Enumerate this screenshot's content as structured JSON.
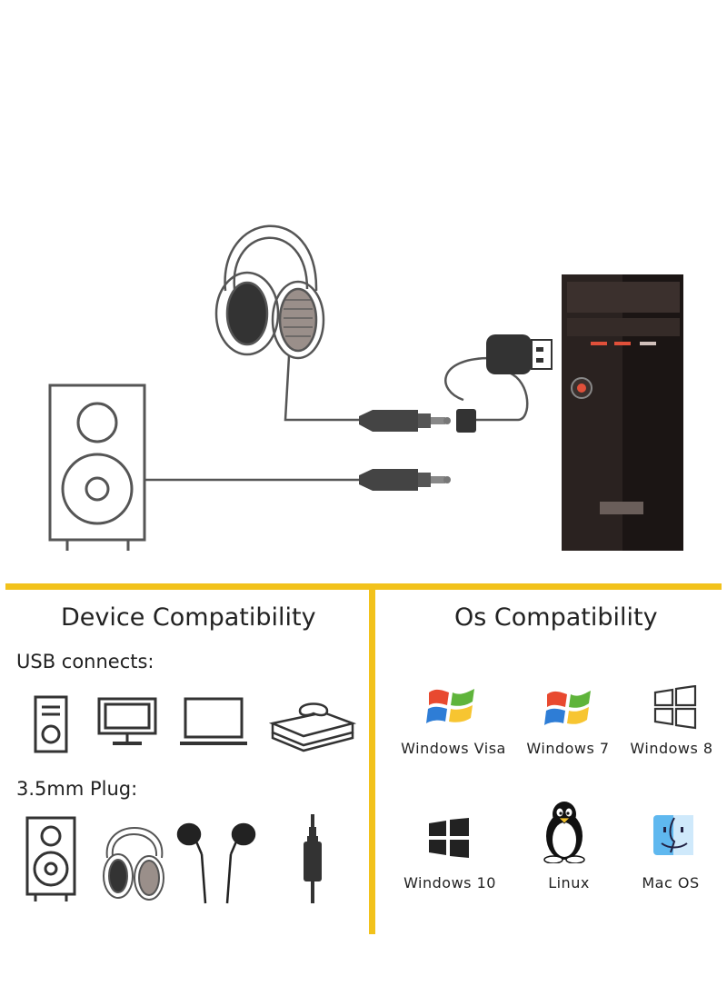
{
  "colors": {
    "accent_yellow": "#f2c21b",
    "line_gray": "#555555",
    "tower_dark": "#2a2220",
    "tower_led_red": "#e0503a"
  },
  "device_section": {
    "title": "Device Compatibility",
    "usb_label": "USB connects:",
    "usb_icons": [
      "pc-tower-icon",
      "desktop-monitor-icon",
      "laptop-icon",
      "game-console-icon"
    ],
    "plug_label": "3.5mm Plug:",
    "plug_icons": [
      "speaker-icon",
      "headphones-icon",
      "earphones-icon",
      "audio-jack-icon"
    ]
  },
  "os_section": {
    "title": "Os Compatibility",
    "items": [
      {
        "label": "Windows Visa",
        "icon": "windows-xp-logo-icon"
      },
      {
        "label": "Windows 7",
        "icon": "windows-7-logo-icon"
      },
      {
        "label": "Windows 8",
        "icon": "windows-8-logo-icon"
      },
      {
        "label": "Windows 10",
        "icon": "windows-10-logo-icon"
      },
      {
        "label": "Linux",
        "icon": "linux-tux-icon"
      },
      {
        "label": "Mac OS",
        "icon": "mac-finder-icon"
      }
    ]
  }
}
